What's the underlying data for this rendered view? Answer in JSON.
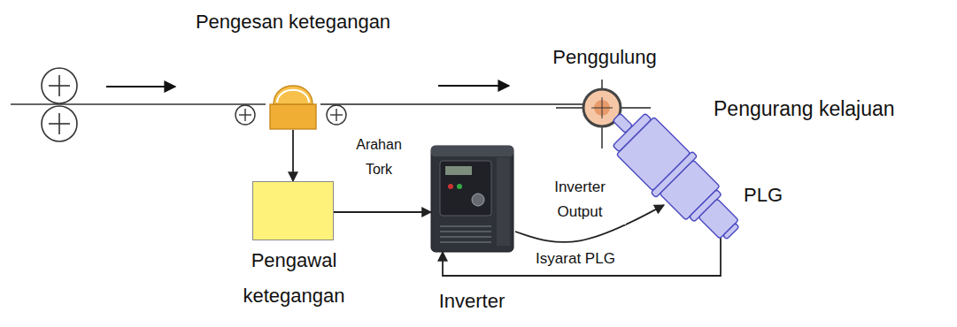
{
  "diagram": {
    "nodes": [
      {
        "text": [
          "Pengesan ketegangan"
        ]
      },
      {
        "text": [
          "Pengawal ketegangan"
        ]
      },
      {
        "text": [
          "Inverter"
        ]
      },
      {
        "text": [
          "Penggulung"
        ]
      },
      {
        "text": [
          "Pengurang kelajuan"
        ]
      },
      {
        "text": [
          "PLG"
        ]
      }
    ],
    "edges": [
      {
        "from": 0,
        "to": 1,
        "arrow": "to"
      },
      {
        "from": 1,
        "to": 2,
        "label": "Arahan Tork",
        "arrow": "to"
      },
      {
        "from": 0,
        "to": 3,
        "arrow": "none"
      },
      {
        "from": 2,
        "to": 4,
        "label": "Inverter Output",
        "arrow": "to"
      },
      {
        "from": 5,
        "to": 2,
        "label": "Isyarat PLG",
        "arrow": "to"
      }
    ]
  }
}
